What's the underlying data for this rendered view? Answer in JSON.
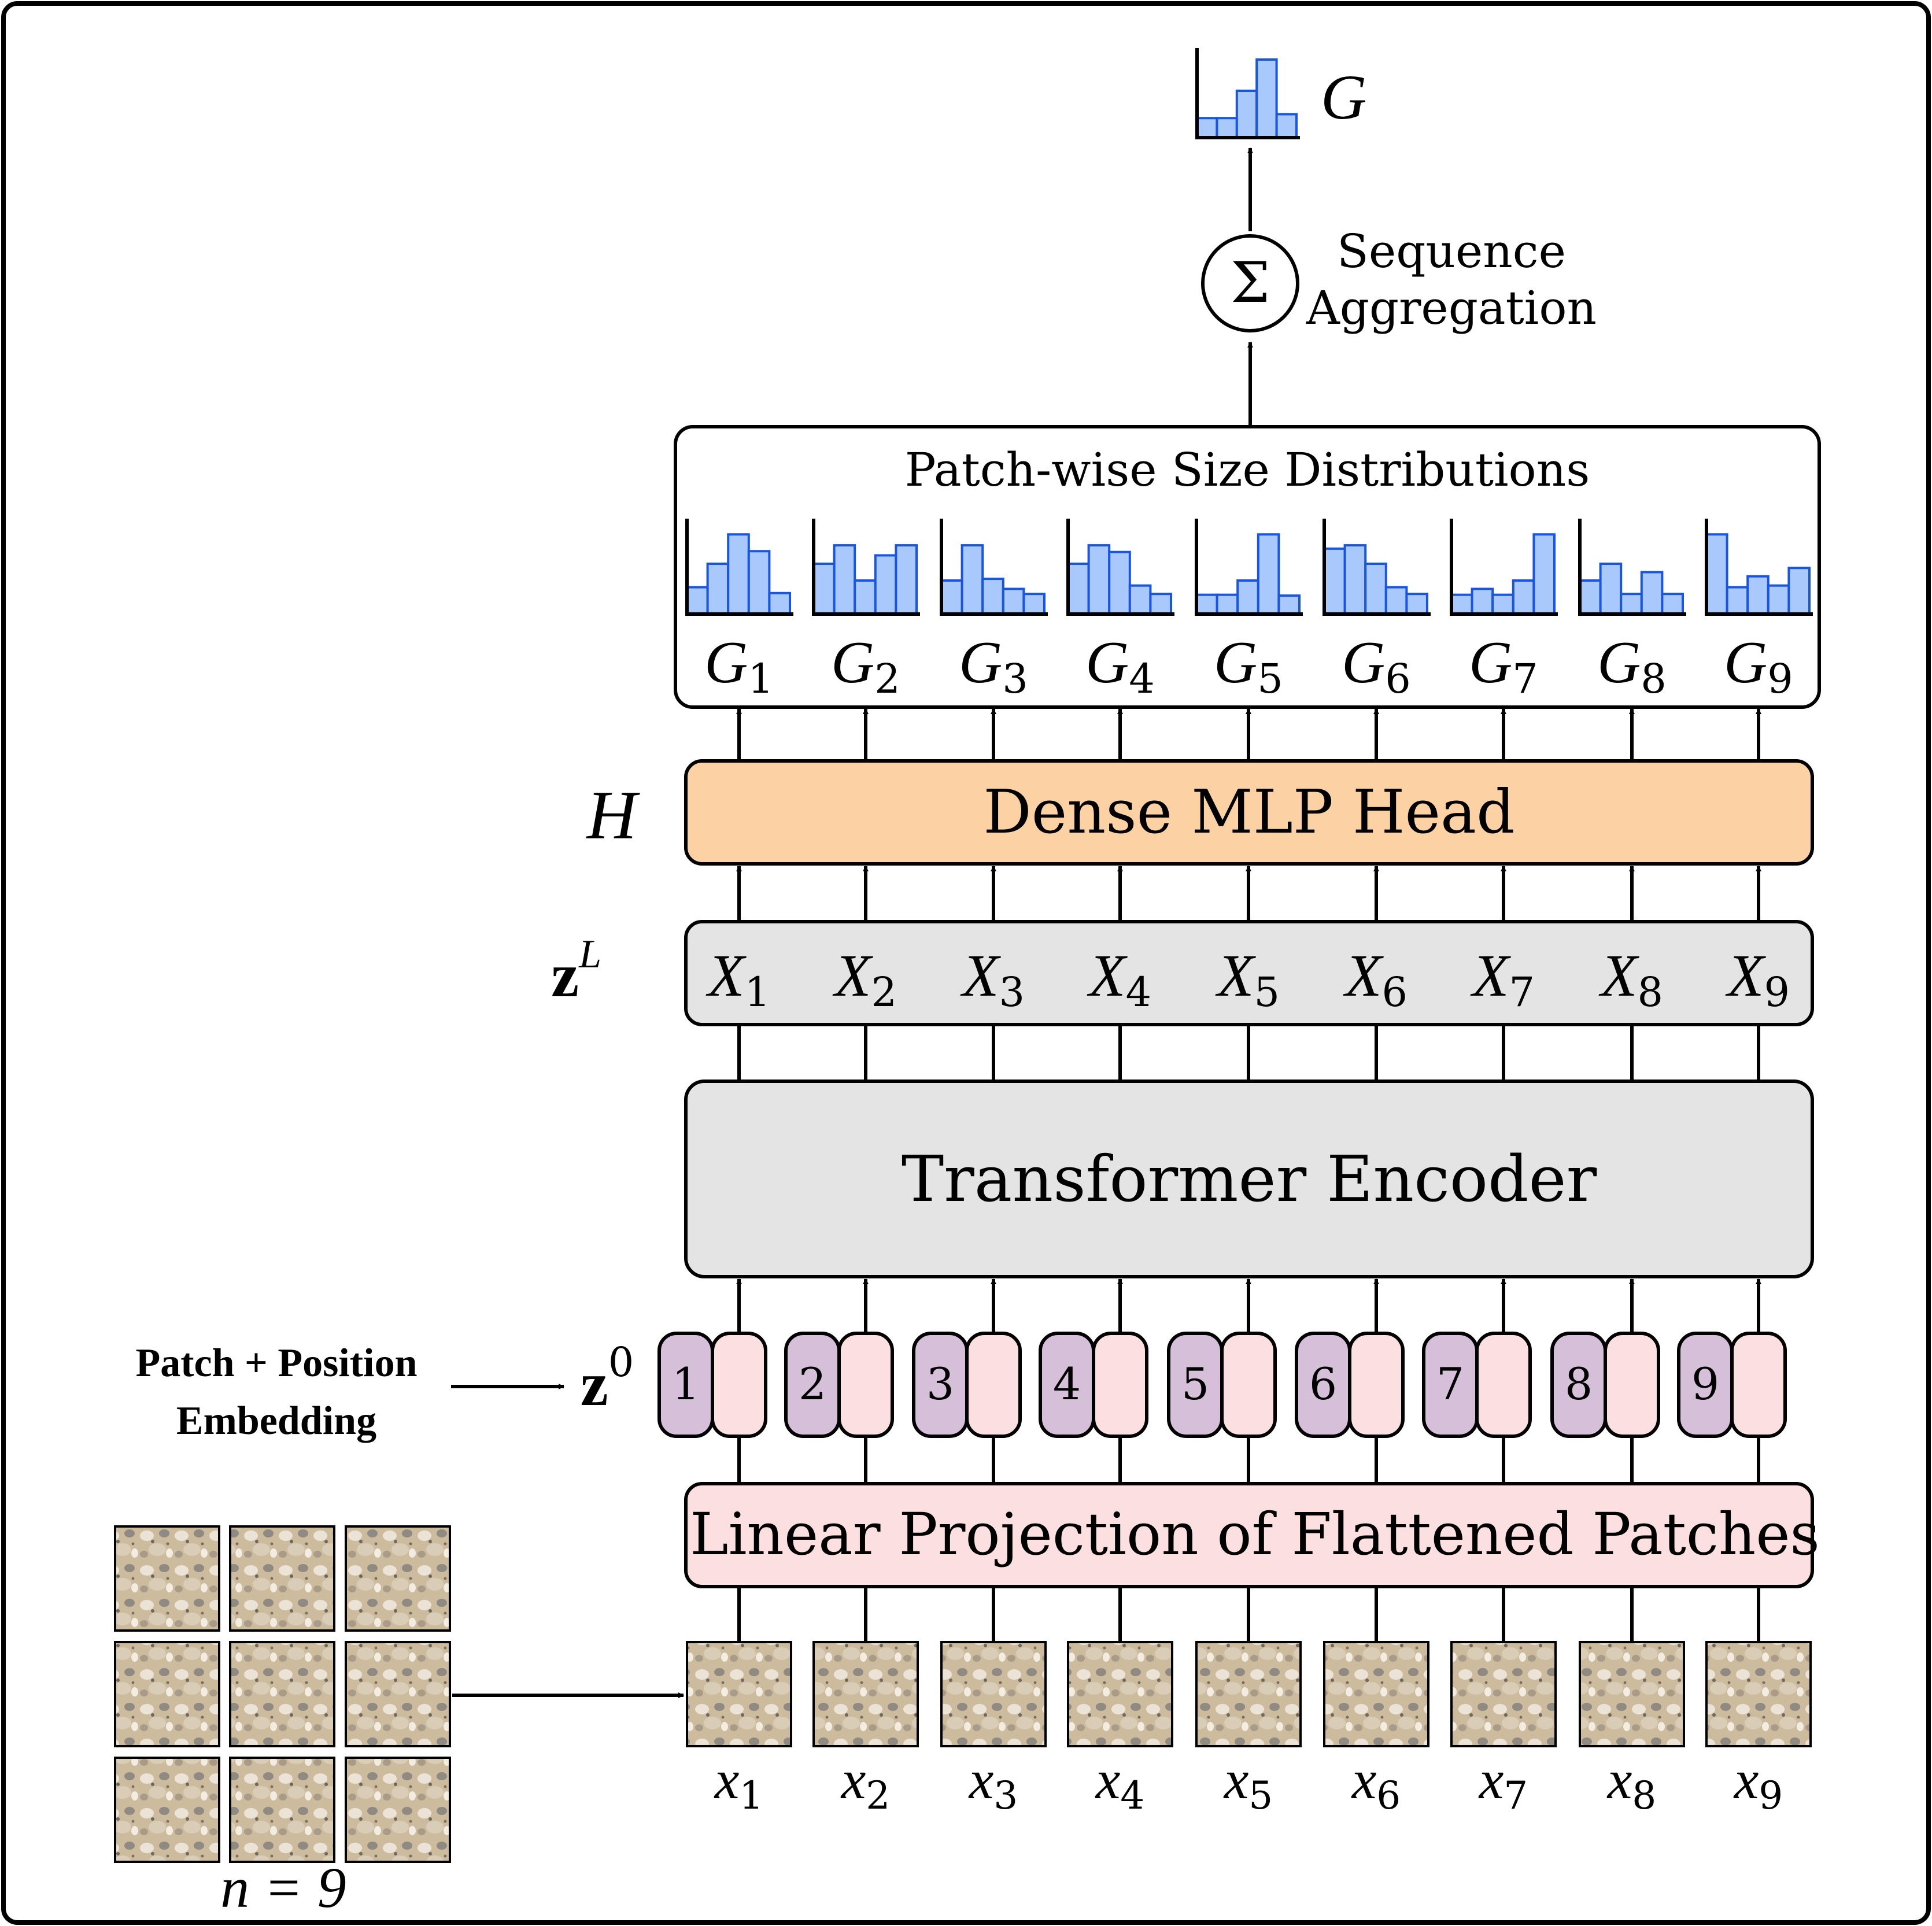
{
  "colors": {
    "hist_fill": "#a9c8fb",
    "hist_stroke": "#1a55e0",
    "mlp_fill": "#fcd2a4",
    "encoder_fill": "#e4e4e4",
    "projection_fill": "#fbdfe1",
    "pos_fill": "#d6bfd9",
    "patch_fill": "#fbdfe1"
  },
  "global_output": {
    "label": "G",
    "histogram": [
      0.25,
      0.25,
      0.6,
      1.0,
      0.3
    ]
  },
  "aggregation": {
    "symbol": "Σ",
    "label_line1": "Sequence",
    "label_line2": "Aggregation"
  },
  "patch_distributions": {
    "title": "Patch-wise Size Distributions",
    "label_base": "G",
    "items": [
      {
        "sub": "1",
        "histogram": [
          0.32,
          0.6,
          0.95,
          0.75,
          0.25
        ]
      },
      {
        "sub": "2",
        "histogram": [
          0.6,
          0.82,
          0.4,
          0.7,
          0.82
        ]
      },
      {
        "sub": "3",
        "histogram": [
          0.4,
          0.82,
          0.42,
          0.3,
          0.24
        ]
      },
      {
        "sub": "4",
        "histogram": [
          0.6,
          0.82,
          0.74,
          0.34,
          0.24
        ]
      },
      {
        "sub": "5",
        "histogram": [
          0.23,
          0.23,
          0.4,
          0.95,
          0.22
        ]
      },
      {
        "sub": "6",
        "histogram": [
          0.78,
          0.82,
          0.6,
          0.32,
          0.24
        ]
      },
      {
        "sub": "7",
        "histogram": [
          0.23,
          0.3,
          0.23,
          0.4,
          0.95
        ]
      },
      {
        "sub": "8",
        "histogram": [
          0.4,
          0.6,
          0.24,
          0.5,
          0.24
        ]
      },
      {
        "sub": "9",
        "histogram": [
          0.95,
          0.32,
          0.45,
          0.34,
          0.55
        ]
      }
    ]
  },
  "mlp_head": {
    "label": "Dense MLP Head",
    "side_label": "H"
  },
  "output_tokens": {
    "side_label_base": "z",
    "side_label_sup": "L",
    "label_base": "X",
    "subs": [
      "1",
      "2",
      "3",
      "4",
      "5",
      "6",
      "7",
      "8",
      "9"
    ]
  },
  "encoder": {
    "label": "Transformer Encoder"
  },
  "embedding": {
    "caption_line1": "Patch + Position",
    "caption_line2": "Embedding",
    "side_label_base": "z",
    "side_label_sup": "0",
    "positions": [
      "1",
      "2",
      "3",
      "4",
      "5",
      "6",
      "7",
      "8",
      "9"
    ]
  },
  "projection": {
    "label": "Linear Projection of Flattened Patches"
  },
  "input_patches": {
    "label_base": "x",
    "subs": [
      "1",
      "2",
      "3",
      "4",
      "5",
      "6",
      "7",
      "8",
      "9"
    ]
  },
  "source_grid": {
    "caption": "n = 9"
  }
}
